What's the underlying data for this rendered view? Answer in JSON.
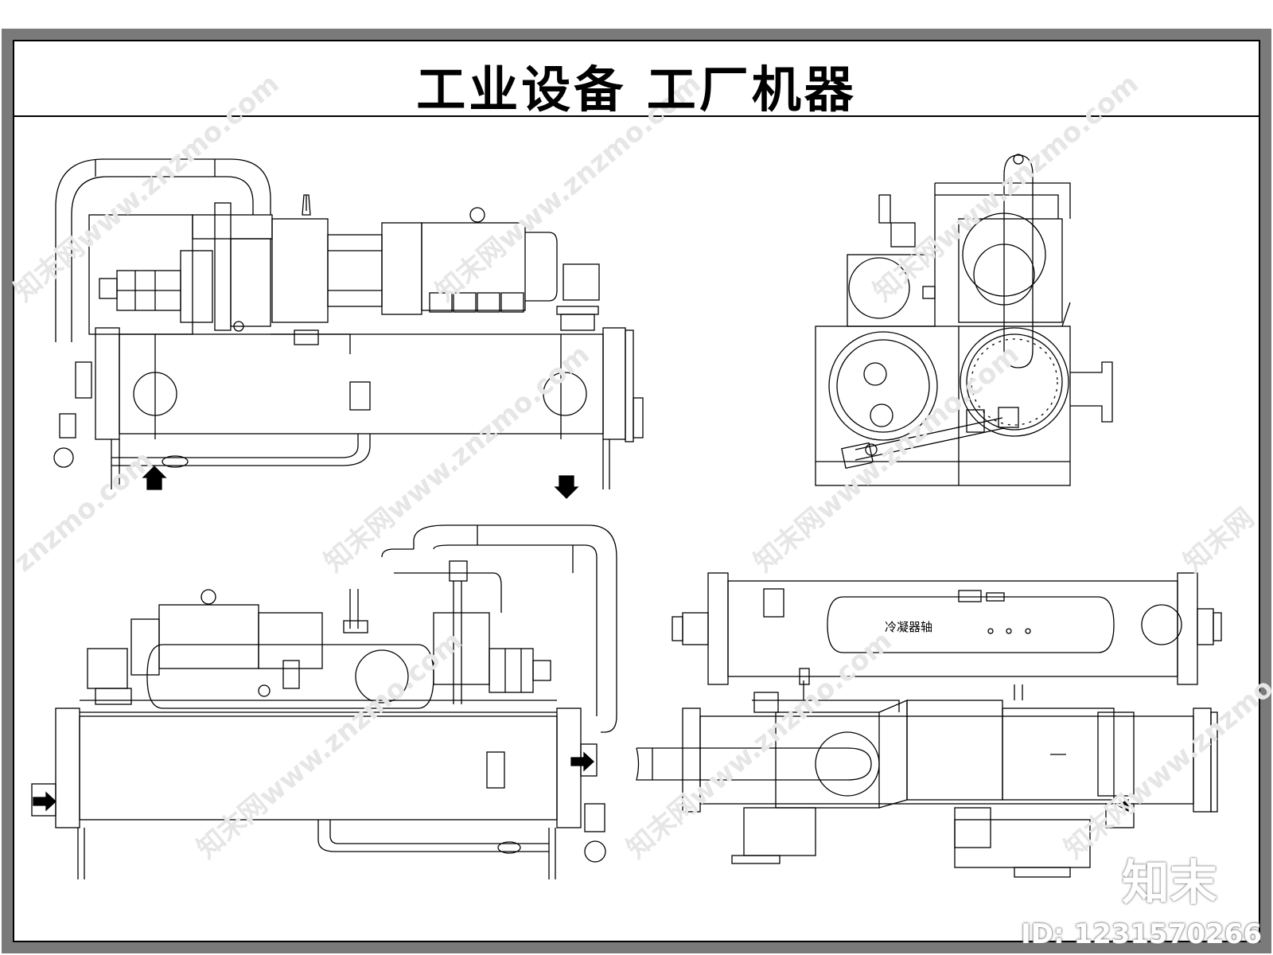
{
  "title": "工业设备  工厂机器",
  "drawing_labels": {
    "condenser": "冷凝器轴"
  },
  "watermark": {
    "logo": "知末",
    "id": "ID: 1231570266"
  }
}
